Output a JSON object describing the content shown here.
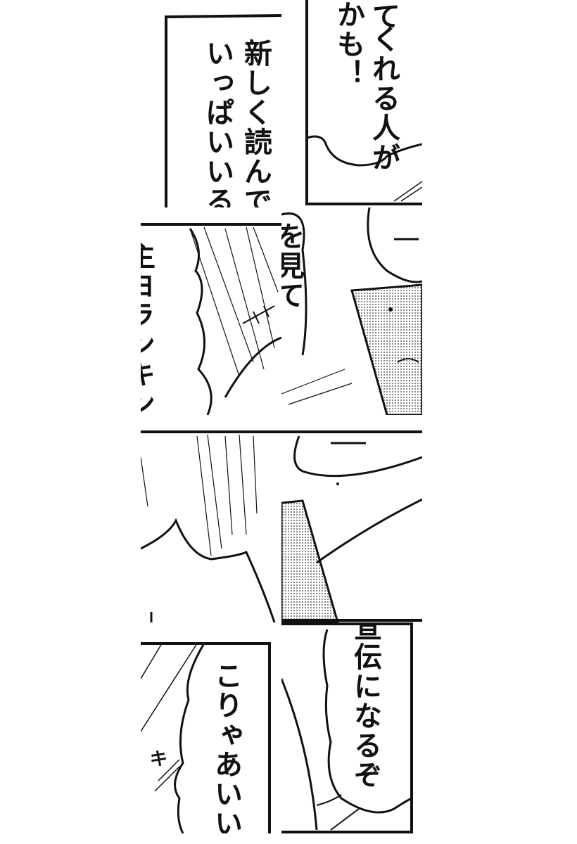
{
  "manga": {
    "panel_top_left": {
      "lines": [
        "新しく読んでく",
        "いっぱいいるか"
      ]
    },
    "panel_top_right": {
      "lines": [
        "くれる人が",
        "かも！"
      ]
    },
    "panel_mid_left": {
      "lines": [
        "主ヨランキング"
      ]
    },
    "panel_mid_right": {
      "lines": [
        "を見て"
      ]
    },
    "panel_bottom_left": {
      "lines": [
        "こりゃあいい宣"
      ],
      "sfx": "キ"
    },
    "panel_bottom_right": {
      "lines": [
        "宣伝になるぞ"
      ]
    },
    "sfx_mid": "キ"
  }
}
